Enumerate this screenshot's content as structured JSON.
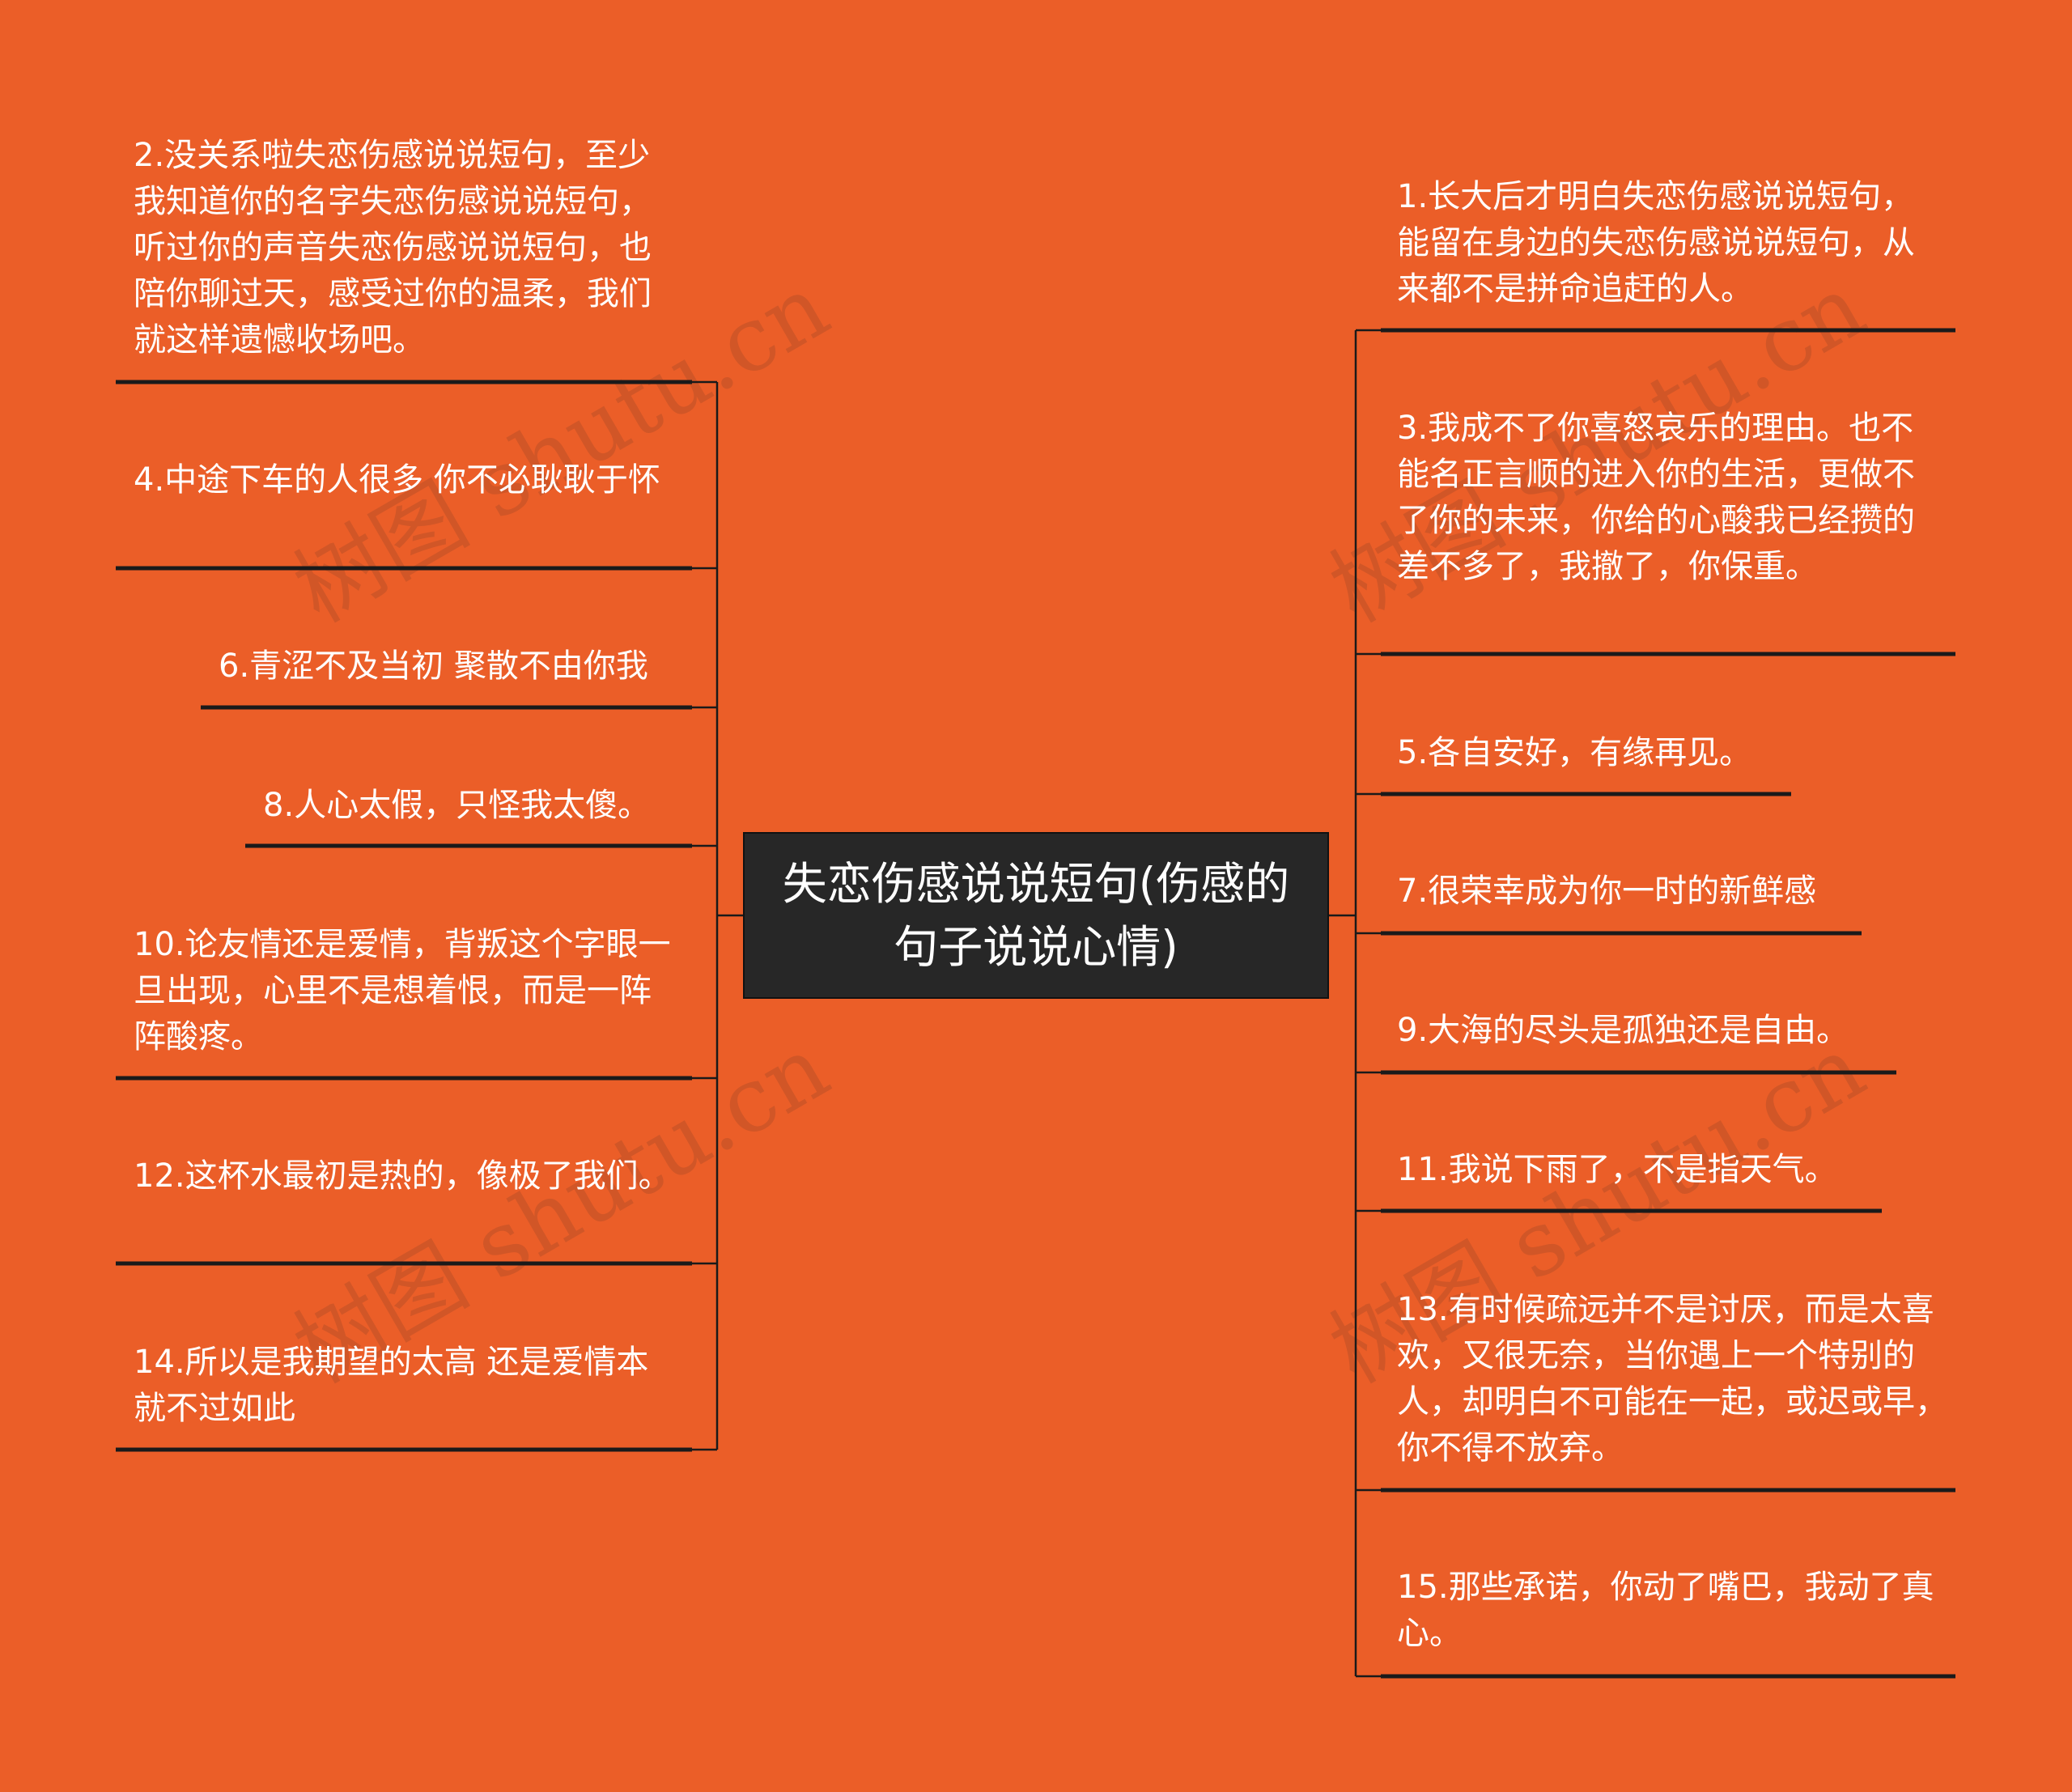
{
  "central_topic": "失恋伤感说说短句(伤感的句子说说心情)",
  "watermark_text": "树图 shutu.cn",
  "colors": {
    "background": "#EB5E28",
    "central_fill": "#272727",
    "lines": "#1a1a1a",
    "text": "#ffffff"
  },
  "left_topics": [
    {
      "id": "2",
      "text": "2.没关系啦失恋伤感说说短句，至少我知道你的名字失恋伤感说说短句，听过你的声音失恋伤感说说短句，也陪你聊过天，感受过你的温柔，我们就这样遗憾收场吧。"
    },
    {
      "id": "4",
      "text": "4.中途下车的人很多 你不必耿耿于怀"
    },
    {
      "id": "6",
      "text": "6.青涩不及当初 聚散不由你我"
    },
    {
      "id": "8",
      "text": "8.人心太假，只怪我太傻。"
    },
    {
      "id": "10",
      "text": "10.论友情还是爱情，背叛这个字眼一旦出现，心里不是想着恨，而是一阵阵酸疼。"
    },
    {
      "id": "12",
      "text": "12.这杯水最初是热的，像极了我们。"
    },
    {
      "id": "14",
      "text": "14.所以是我期望的太高 还是爱情本就不过如此"
    }
  ],
  "right_topics": [
    {
      "id": "1",
      "text": "1.长大后才明白失恋伤感说说短句，能留在身边的失恋伤感说说短句，从来都不是拼命追赶的人。"
    },
    {
      "id": "3",
      "text": "3.我成不了你喜怒哀乐的理由。也不能名正言顺的进入你的生活，更做不了你的未来，你给的心酸我已经攒的差不多了，我撤了，你保重。"
    },
    {
      "id": "5",
      "text": "5.各自安好，有缘再见。"
    },
    {
      "id": "7",
      "text": "7.很荣幸成为你一时的新鲜感"
    },
    {
      "id": "9",
      "text": "9.大海的尽头是孤独还是自由。"
    },
    {
      "id": "11",
      "text": "11.我说下雨了，不是指天气。"
    },
    {
      "id": "13",
      "text": "13.有时候疏远并不是讨厌，而是太喜欢，又很无奈，当你遇上一个特别的人，却明白不可能在一起，或迟或早，你不得不放弃。"
    },
    {
      "id": "15",
      "text": "15.那些承诺，你动了嘴巴，我动了真心。"
    }
  ]
}
